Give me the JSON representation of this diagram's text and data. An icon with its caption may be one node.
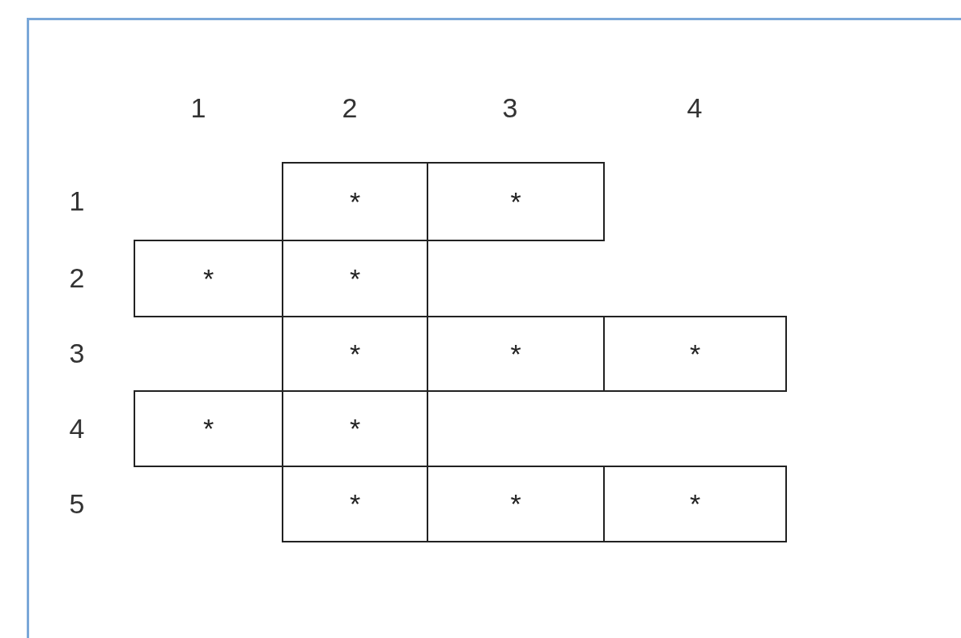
{
  "diagram": {
    "labels": [
      "1",
      "2",
      "3",
      "4",
      "1",
      "*",
      "*",
      "2",
      "*",
      "*",
      "3",
      "*",
      "*",
      "*",
      "4",
      "*",
      "*",
      "5",
      "*",
      "*",
      "*"
    ]
  }
}
